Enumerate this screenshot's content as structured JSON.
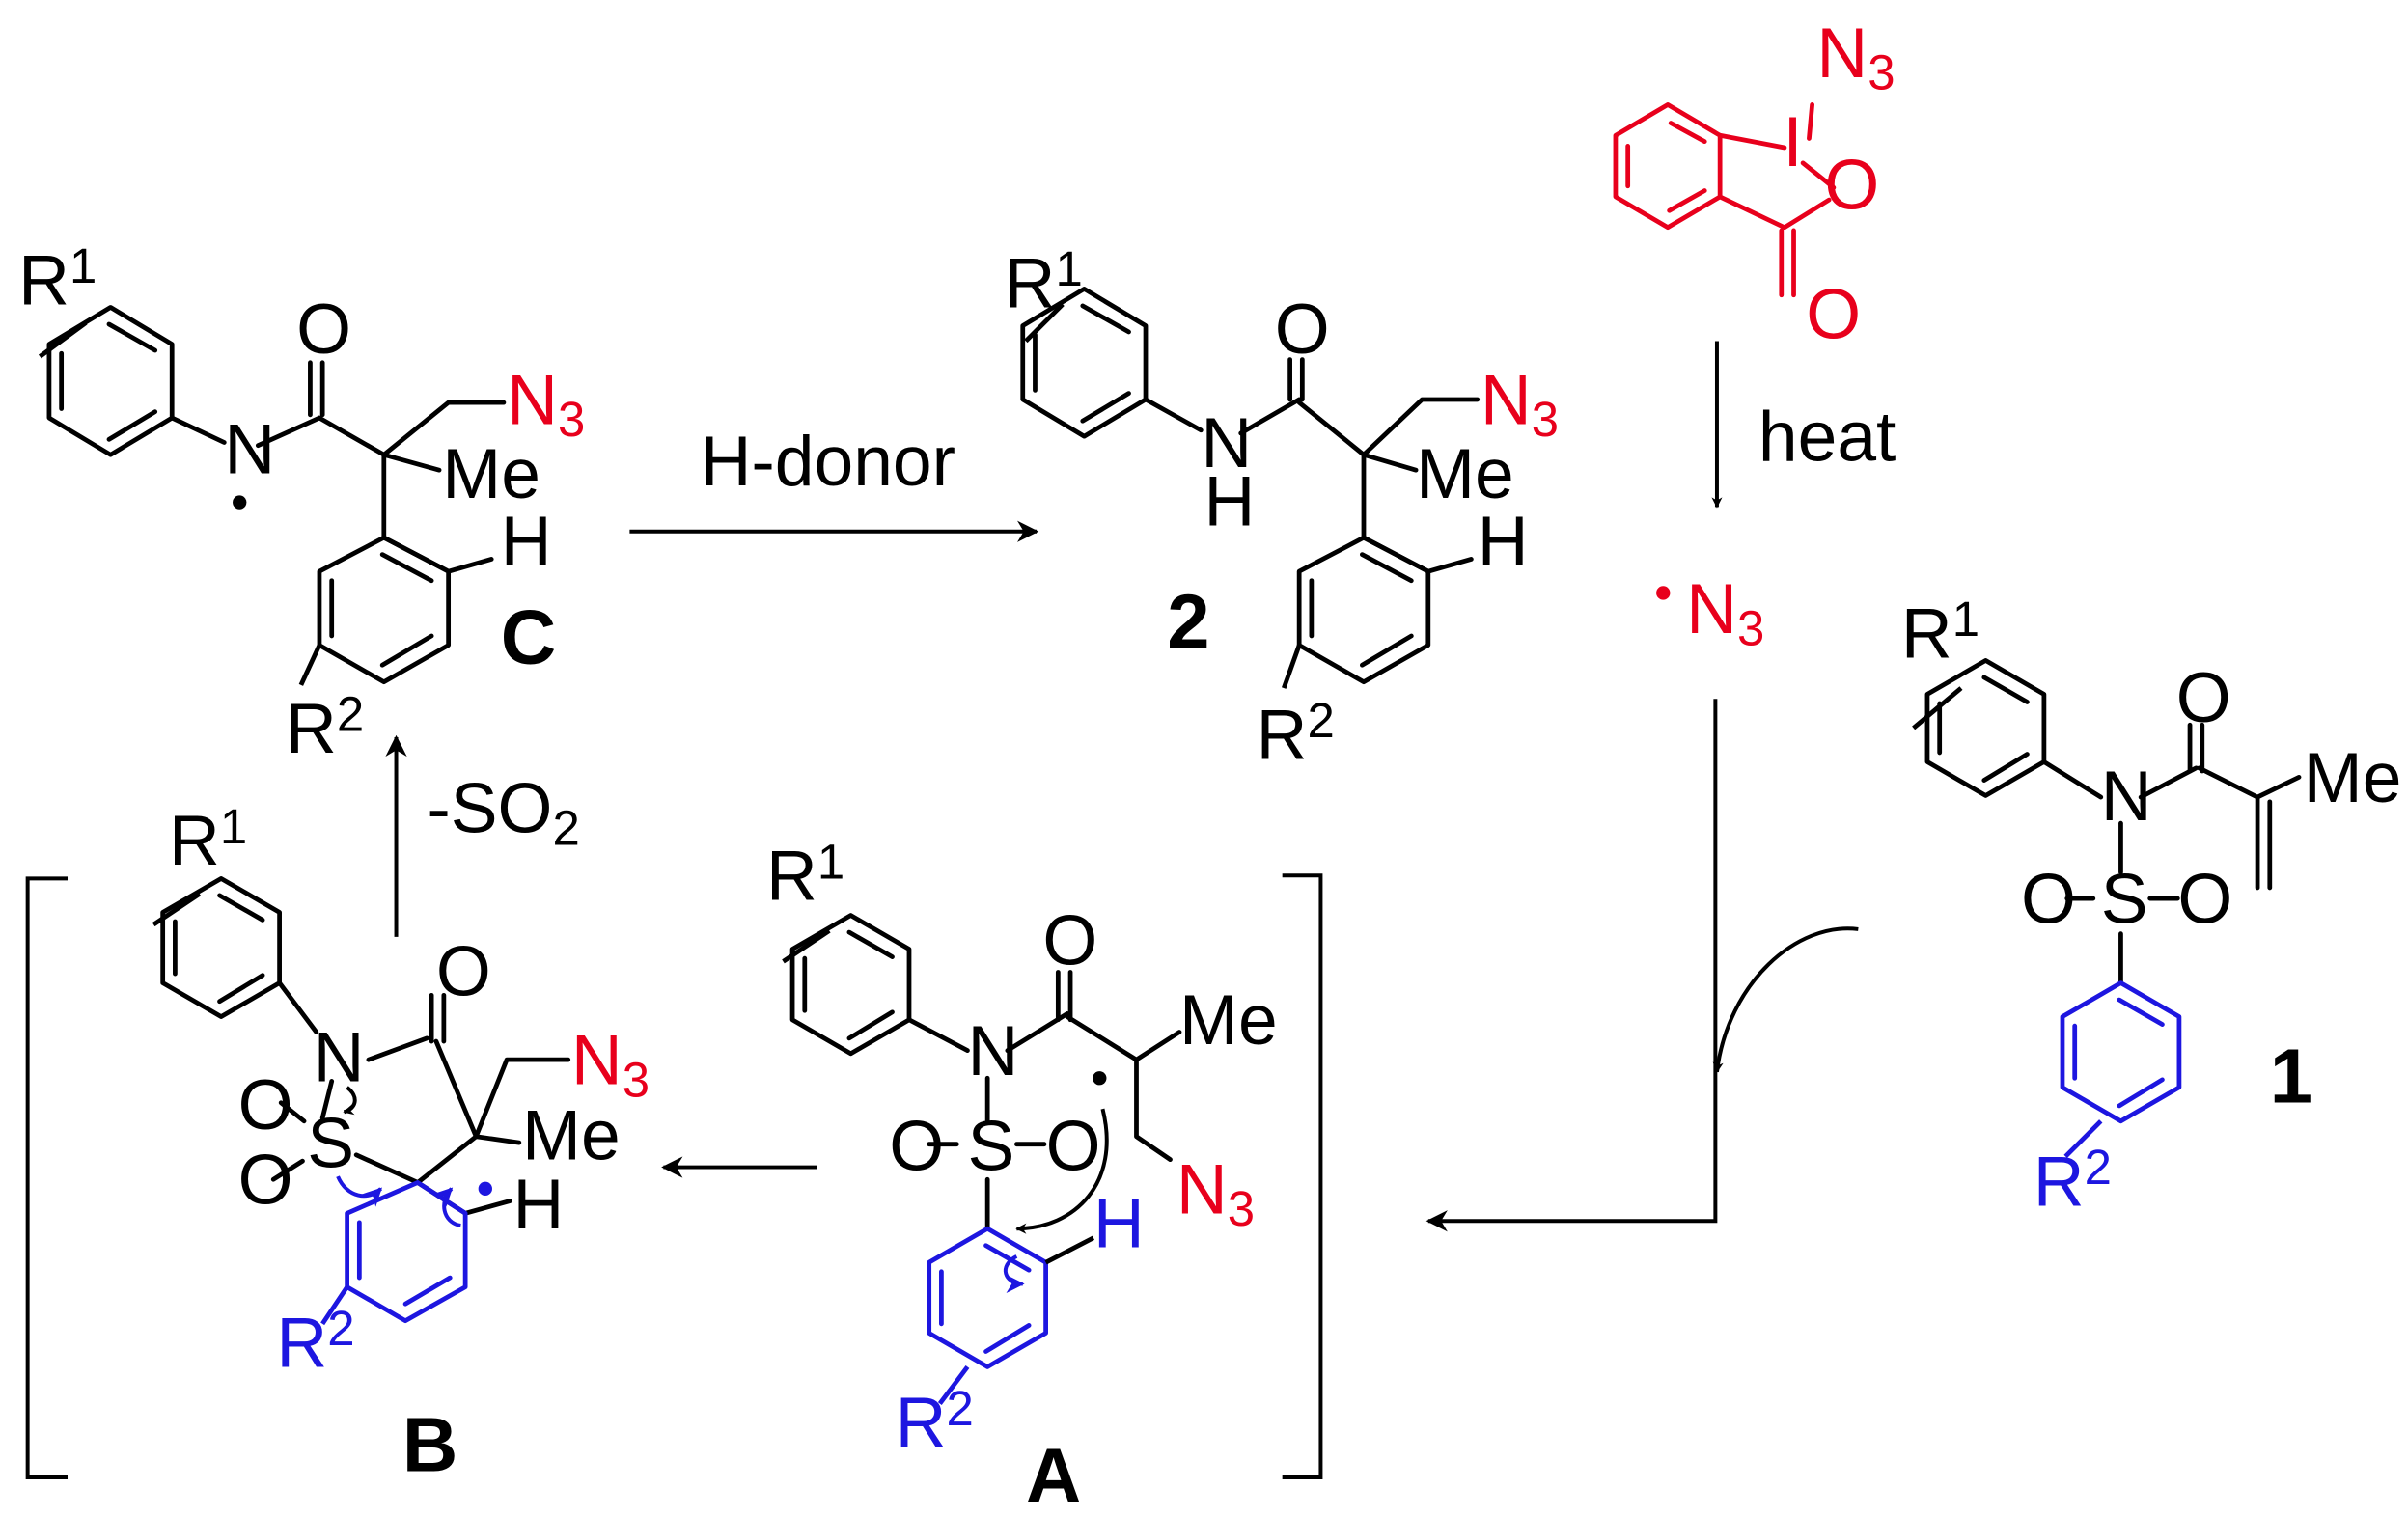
{
  "colors": {
    "black": "#000000",
    "red": "#e8001c",
    "blue": "#1d16e0"
  },
  "reagent": {
    "n": "N",
    "n3_sub": "3",
    "iodine": "I",
    "ring_o": "O",
    "carbonyl_o": "O"
  },
  "step_heat": {
    "label": "heat"
  },
  "azide_radical": {
    "n": "N",
    "n3_sub": "3"
  },
  "compound_1": {
    "r1": "R",
    "r1_sup": "1",
    "carbonyl_o": "O",
    "me": "Me",
    "n": "N",
    "sulfonyl_o_left": "O",
    "s": "S",
    "sulfonyl_o_right": "O",
    "r2": "R",
    "r2_sup": "2",
    "label": "1"
  },
  "intermediate_a": {
    "r1": "R",
    "r1_sup": "1",
    "carbonyl_o": "O",
    "me": "Me",
    "n": "N",
    "sulfonyl_o_left": "O",
    "s": "S",
    "sulfonyl_o_right": "O",
    "azide_n": "N",
    "azide_sub": "3",
    "h": "H",
    "r2": "R",
    "r2_sup": "2",
    "label": "A"
  },
  "intermediate_b": {
    "r1": "R",
    "r1_sup": "1",
    "carbonyl_o": "O",
    "n": "N",
    "azide_n": "N",
    "azide_sub": "3",
    "o_top": "O",
    "s": "S",
    "o_bottom": "O",
    "me": "Me",
    "h": "H",
    "r2": "R",
    "r2_sup": "2",
    "label": "B"
  },
  "step_so2": {
    "prefix": "-SO",
    "sub": "2"
  },
  "intermediate_c": {
    "r1": "R",
    "r1_sup": "1",
    "carbonyl_o": "O",
    "azide_n": "N",
    "azide_sub": "3",
    "n": "N",
    "me": "Me",
    "h": "H",
    "r2": "R",
    "r2_sup": "2",
    "label": "C"
  },
  "step_hdonor": {
    "label": "H-donor"
  },
  "product_2": {
    "r1": "R",
    "r1_sup": "1",
    "carbonyl_o": "O",
    "azide_n": "N",
    "azide_sub": "3",
    "nh_n": "N",
    "nh_h": "H",
    "me": "Me",
    "h": "H",
    "r2": "R",
    "r2_sup": "2",
    "label": "2"
  }
}
